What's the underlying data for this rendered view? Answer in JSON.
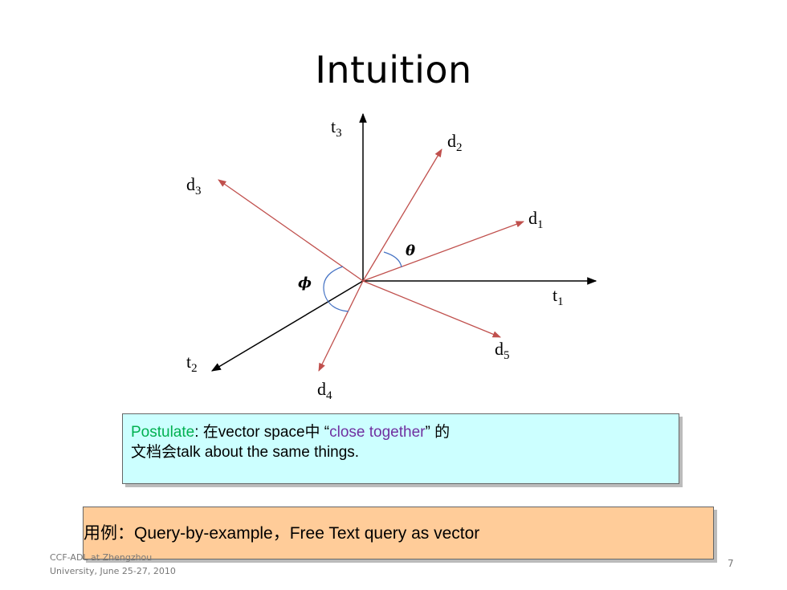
{
  "slide": {
    "title": "Intuition",
    "page_number": "7",
    "footer_line1": "CCF-ADL at Zhengzhou",
    "footer_line2": "University, June 25-27, 2010"
  },
  "diagram": {
    "axes": [
      {
        "name": "t",
        "sub": "1"
      },
      {
        "name": "t",
        "sub": "2"
      },
      {
        "name": "t",
        "sub": "3"
      }
    ],
    "documents": [
      {
        "name": "d",
        "sub": "1"
      },
      {
        "name": "d",
        "sub": "2"
      },
      {
        "name": "d",
        "sub": "3"
      },
      {
        "name": "d",
        "sub": "4"
      },
      {
        "name": "d",
        "sub": "5"
      }
    ],
    "angles": {
      "theta": "θ",
      "phi": "ϕ"
    },
    "colors": {
      "axis": "#000000",
      "vector": "#c0504d",
      "arc": "#4472c4"
    }
  },
  "postulate": {
    "label": "Postulate",
    "text1": ": 在vector space中 “",
    "highlight": "close together",
    "text2": "” 的",
    "text3": "文档会talk about the same things.",
    "bg": "#ccffff"
  },
  "example": {
    "text": "用例：Query-by-example，Free Text query as vector",
    "bg": "#ffcc99"
  }
}
